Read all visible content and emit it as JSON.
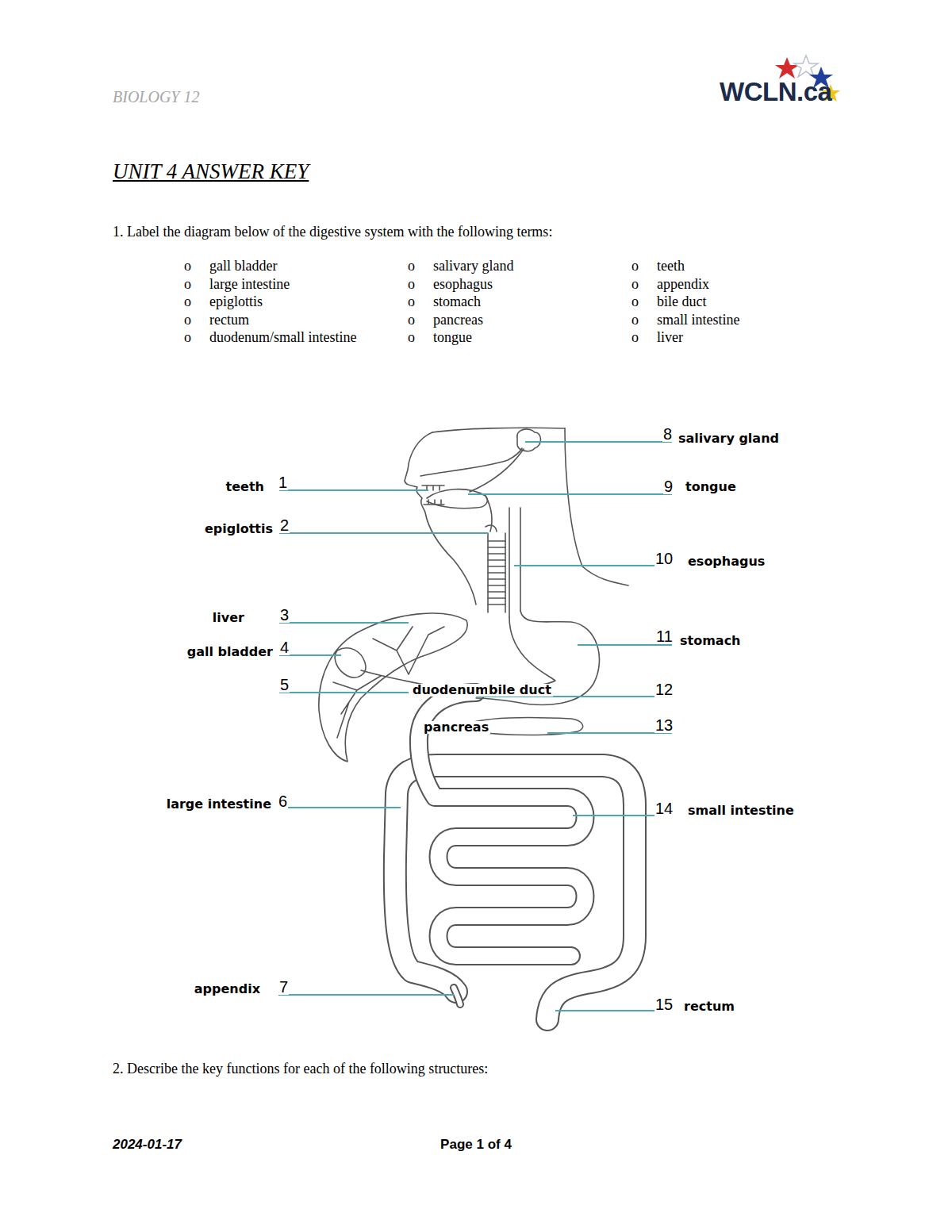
{
  "diagram": {
    "title": "UNIT 4 ANSWER KEY",
    "labels": [
      "BIOLOGY 12",
      "WCLN.ca",
      "1. Label the diagram below of the digestive system with the following terms:",
      "o",
      "gall bladder",
      "o",
      "salivary gland",
      "o",
      "teeth",
      "o",
      "large intestine",
      "o",
      "esophagus",
      "o",
      "appendix",
      "o",
      "epiglottis",
      "o",
      "stomach",
      "o",
      "bile duct",
      "o",
      "rectum",
      "o",
      "pancreas",
      "o",
      "small intestine",
      "o",
      "duodenum/small intestine",
      "o",
      "tongue",
      "o",
      "liver",
      "teeth",
      "1",
      "epiglottis",
      "2",
      "liver",
      "3",
      "gall bladder",
      "4",
      "5",
      "large intestine",
      "6",
      "appendix",
      "7",
      "8",
      "salivary gland",
      "9",
      "tongue",
      "10",
      "esophagus",
      "11",
      "stomach",
      "duodenum",
      "bile duct",
      "12",
      "pancreas",
      "13",
      "14",
      "small intestine",
      "15",
      "rectum",
      "2. Describe the key functions for each of the following structures:",
      "2024-01-17",
      "Page 1 of 4"
    ]
  }
}
